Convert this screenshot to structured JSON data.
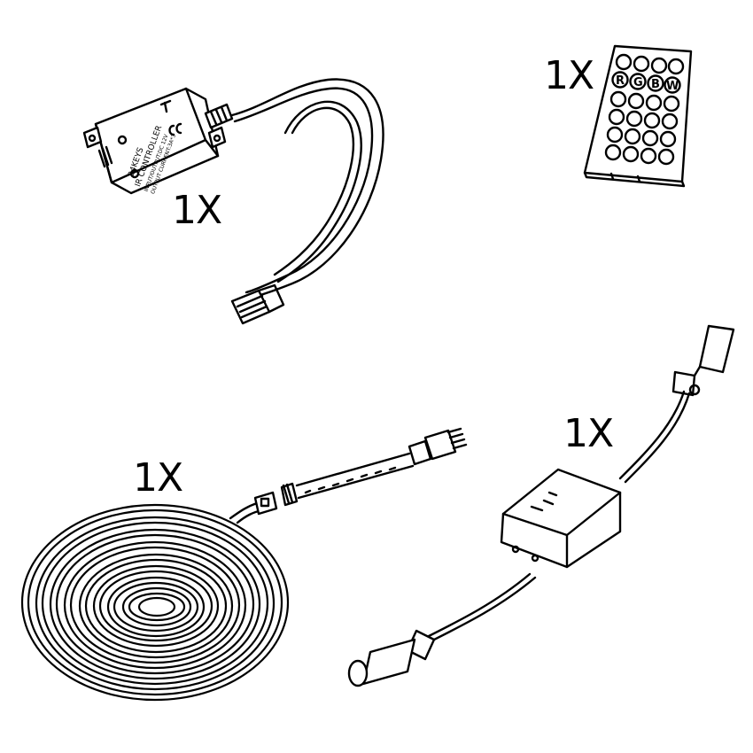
{
  "items": [
    {
      "id": "controller",
      "quantity": "1X",
      "printed_lines": [
        "24KEYS",
        "IR CONTROLLER",
        "INPUT/OUTPUT:DC 12V",
        "OUTPUT CURRENT:3A*3"
      ]
    },
    {
      "id": "remote",
      "quantity": "1X",
      "button_letters": [
        "R",
        "G",
        "B",
        "W"
      ]
    },
    {
      "id": "led-strip",
      "quantity": "1X"
    },
    {
      "id": "power-adapter",
      "quantity": "1X"
    }
  ]
}
